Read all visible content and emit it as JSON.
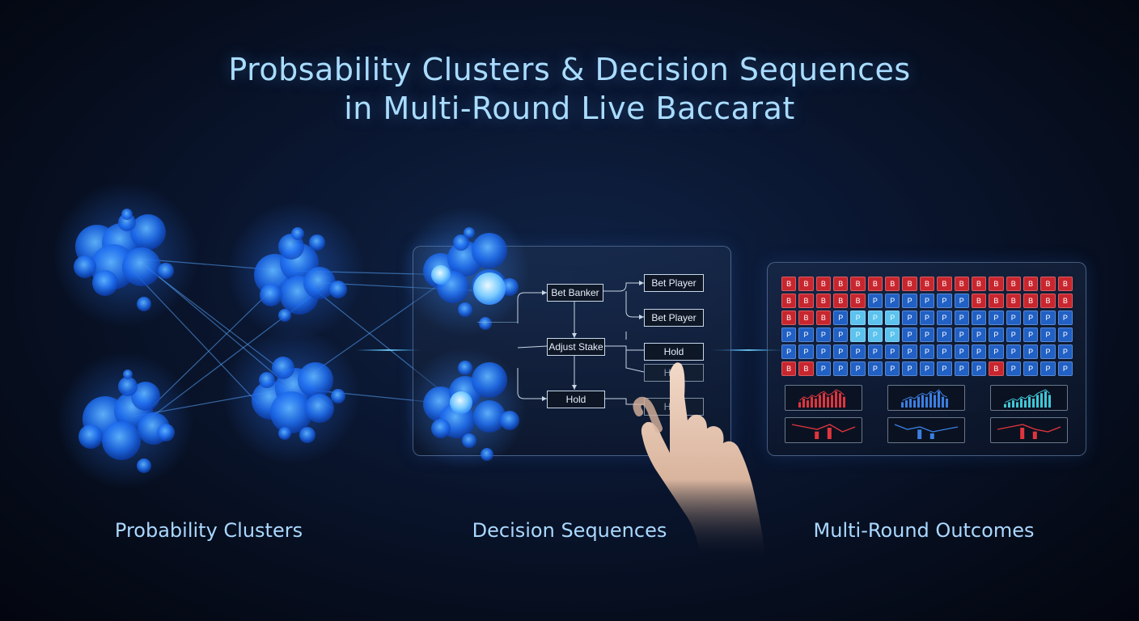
{
  "title": {
    "line1": "Probsability Clusters & Decision Sequences",
    "line2": "in Multi-Round Live Baccarat"
  },
  "captions": {
    "left": "Probability Clusters",
    "middle": "Decision Sequences",
    "right": "Multi-Round Outcomes"
  },
  "flowchart": {
    "bet_banker": "Bet Banker",
    "adjust_stake": "Adjust Stake",
    "hold_main": "Hold",
    "bet_player_1": "Bet Player",
    "bet_player_2": "Bet Player",
    "hold_1": "Hold",
    "hold_2": "Hold",
    "hold_3": "Hold"
  },
  "outcome_grid": {
    "rows": [
      [
        "B",
        "B",
        "B",
        "B",
        "B",
        "B",
        "B",
        "B",
        "B",
        "B",
        "B",
        "B",
        "B",
        "B",
        "B",
        "B",
        "B"
      ],
      [
        "B",
        "B",
        "B",
        "B",
        "B",
        "P",
        "P",
        "P",
        "P",
        "P",
        "P",
        "B",
        "B",
        "B",
        "B",
        "B",
        "B"
      ],
      [
        "B",
        "B",
        "B",
        "P",
        "P",
        "P",
        "P",
        "P",
        "P",
        "P",
        "P",
        "P",
        "P",
        "P",
        "P",
        "P",
        "P"
      ],
      [
        "P",
        "P",
        "P",
        "P",
        "P",
        "P",
        "P",
        "P",
        "P",
        "P",
        "P",
        "P",
        "P",
        "P",
        "P",
        "P",
        "P"
      ],
      [
        "P",
        "P",
        "P",
        "P",
        "P",
        "P",
        "P",
        "P",
        "P",
        "P",
        "P",
        "P",
        "P",
        "P",
        "P",
        "P",
        "P"
      ],
      [
        "B",
        "B",
        "P",
        "P",
        "P",
        "P",
        "P",
        "P",
        "P",
        "P",
        "P",
        "P",
        "B",
        "P",
        "P",
        "P",
        "P"
      ]
    ],
    "highlight_cells": [
      [
        2,
        4
      ],
      [
        2,
        5
      ],
      [
        2,
        6
      ],
      [
        3,
        4
      ],
      [
        3,
        5
      ],
      [
        3,
        6
      ]
    ],
    "colors": {
      "banker": "#c8262e",
      "player": "#2160c4",
      "highlight": "#5cc2ee"
    }
  },
  "mini_charts": {
    "row1": [
      {
        "color": "#e0353d",
        "values": [
          3,
          5,
          4,
          6,
          5,
          7,
          8,
          6,
          7,
          9,
          8,
          6
        ]
      },
      {
        "color": "#3a7fe0",
        "values": [
          3,
          4,
          5,
          4,
          6,
          7,
          6,
          8,
          7,
          9,
          6,
          5
        ]
      },
      {
        "color": "#3fc6d6",
        "values": [
          2,
          3,
          4,
          3,
          5,
          4,
          6,
          5,
          7,
          8,
          9,
          7
        ]
      }
    ],
    "row2": [
      {
        "color": "#e0353d",
        "values": [
          6,
          5,
          4,
          6,
          3,
          5
        ]
      },
      {
        "color": "#3a7fe0",
        "values": [
          6,
          4,
          5,
          3,
          4,
          5
        ]
      },
      {
        "color": "#e0353d",
        "values": [
          4,
          5,
          6,
          4,
          3,
          5
        ]
      }
    ]
  }
}
